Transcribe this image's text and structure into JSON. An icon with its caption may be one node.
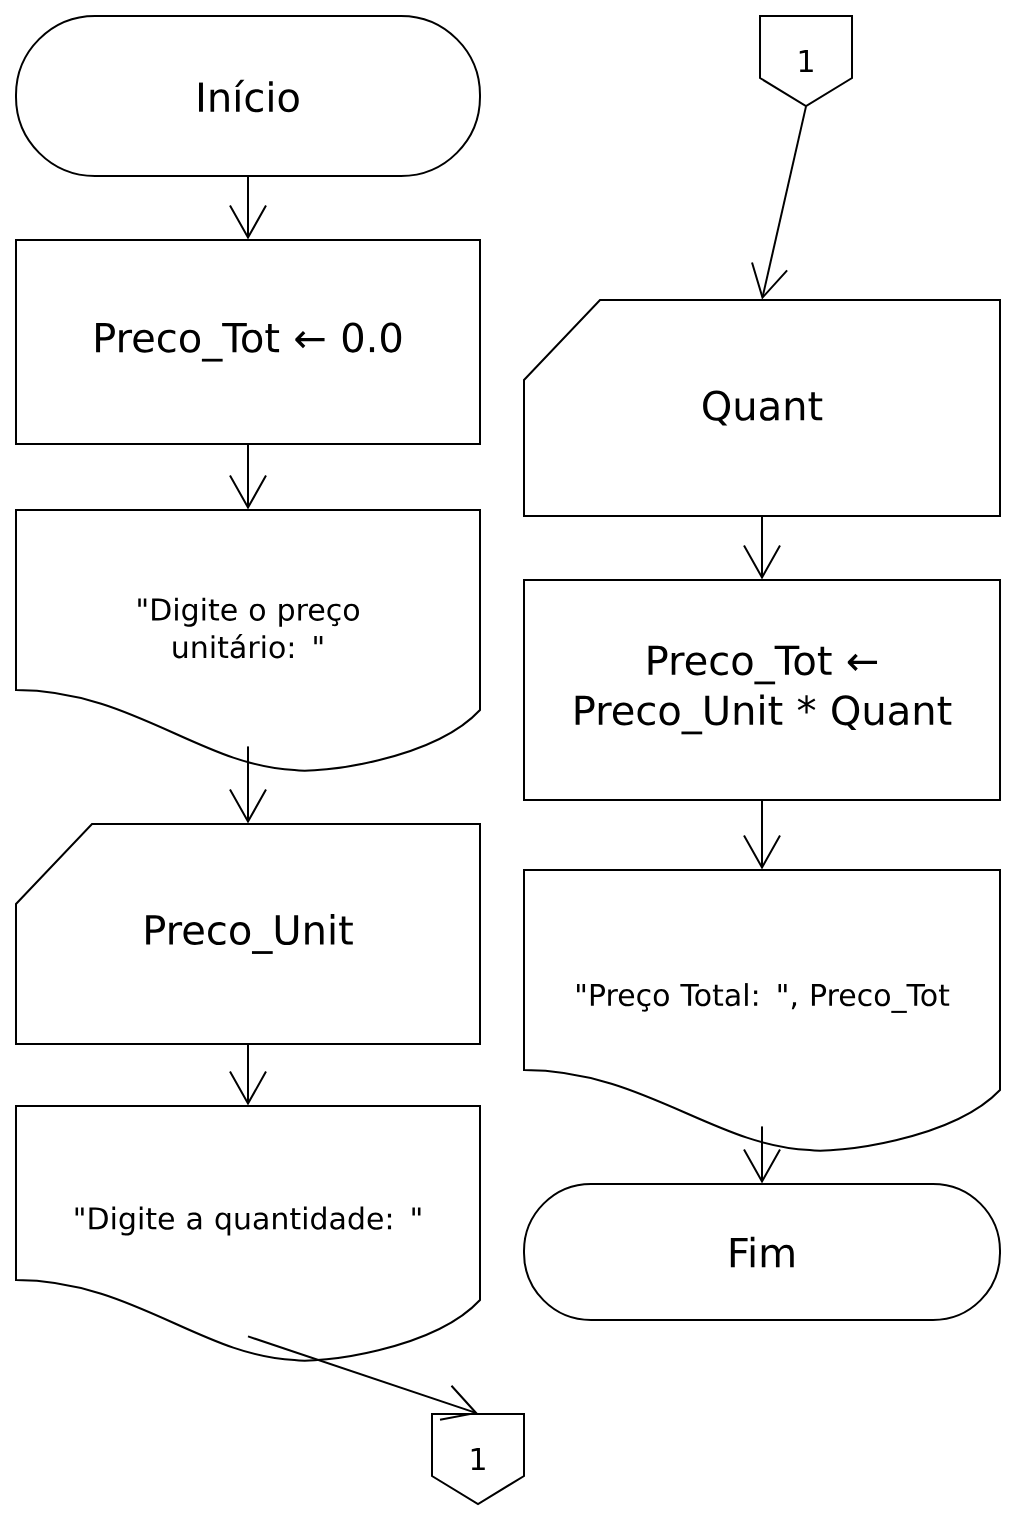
{
  "diagram": {
    "nodes": [
      {
        "text": [
          "Início"
        ]
      },
      {
        "text": [
          "Preco_Tot ← 0.0"
        ]
      },
      {
        "text": [
          "\"Digite o preço unitário: \""
        ]
      },
      {
        "text": [
          "Preco_Unit"
        ]
      },
      {
        "text": [
          "\"Digite a quantidade: \""
        ]
      },
      {
        "text": [
          "1"
        ]
      },
      {
        "text": [
          "1"
        ]
      },
      {
        "text": [
          "Quant"
        ]
      },
      {
        "text": [
          "Preco_Tot ← Preco_Unit * Quant"
        ]
      },
      {
        "text": [
          "\"Preço Total: \", Preco_Tot"
        ]
      },
      {
        "text": [
          "Fim"
        ]
      }
    ],
    "edges": [
      {
        "from": 0,
        "to": 1,
        "arrow": "to"
      },
      {
        "from": 1,
        "to": 2,
        "arrow": "to"
      },
      {
        "from": 2,
        "to": 3,
        "arrow": "to"
      },
      {
        "from": 3,
        "to": 4,
        "arrow": "to"
      },
      {
        "from": 4,
        "to": 5,
        "arrow": "to"
      },
      {
        "from": 6,
        "to": 7,
        "arrow": "to"
      },
      {
        "from": 7,
        "to": 8,
        "arrow": "to"
      },
      {
        "from": 8,
        "to": 9,
        "arrow": "to"
      },
      {
        "from": 9,
        "to": 10,
        "arrow": "to"
      }
    ]
  }
}
